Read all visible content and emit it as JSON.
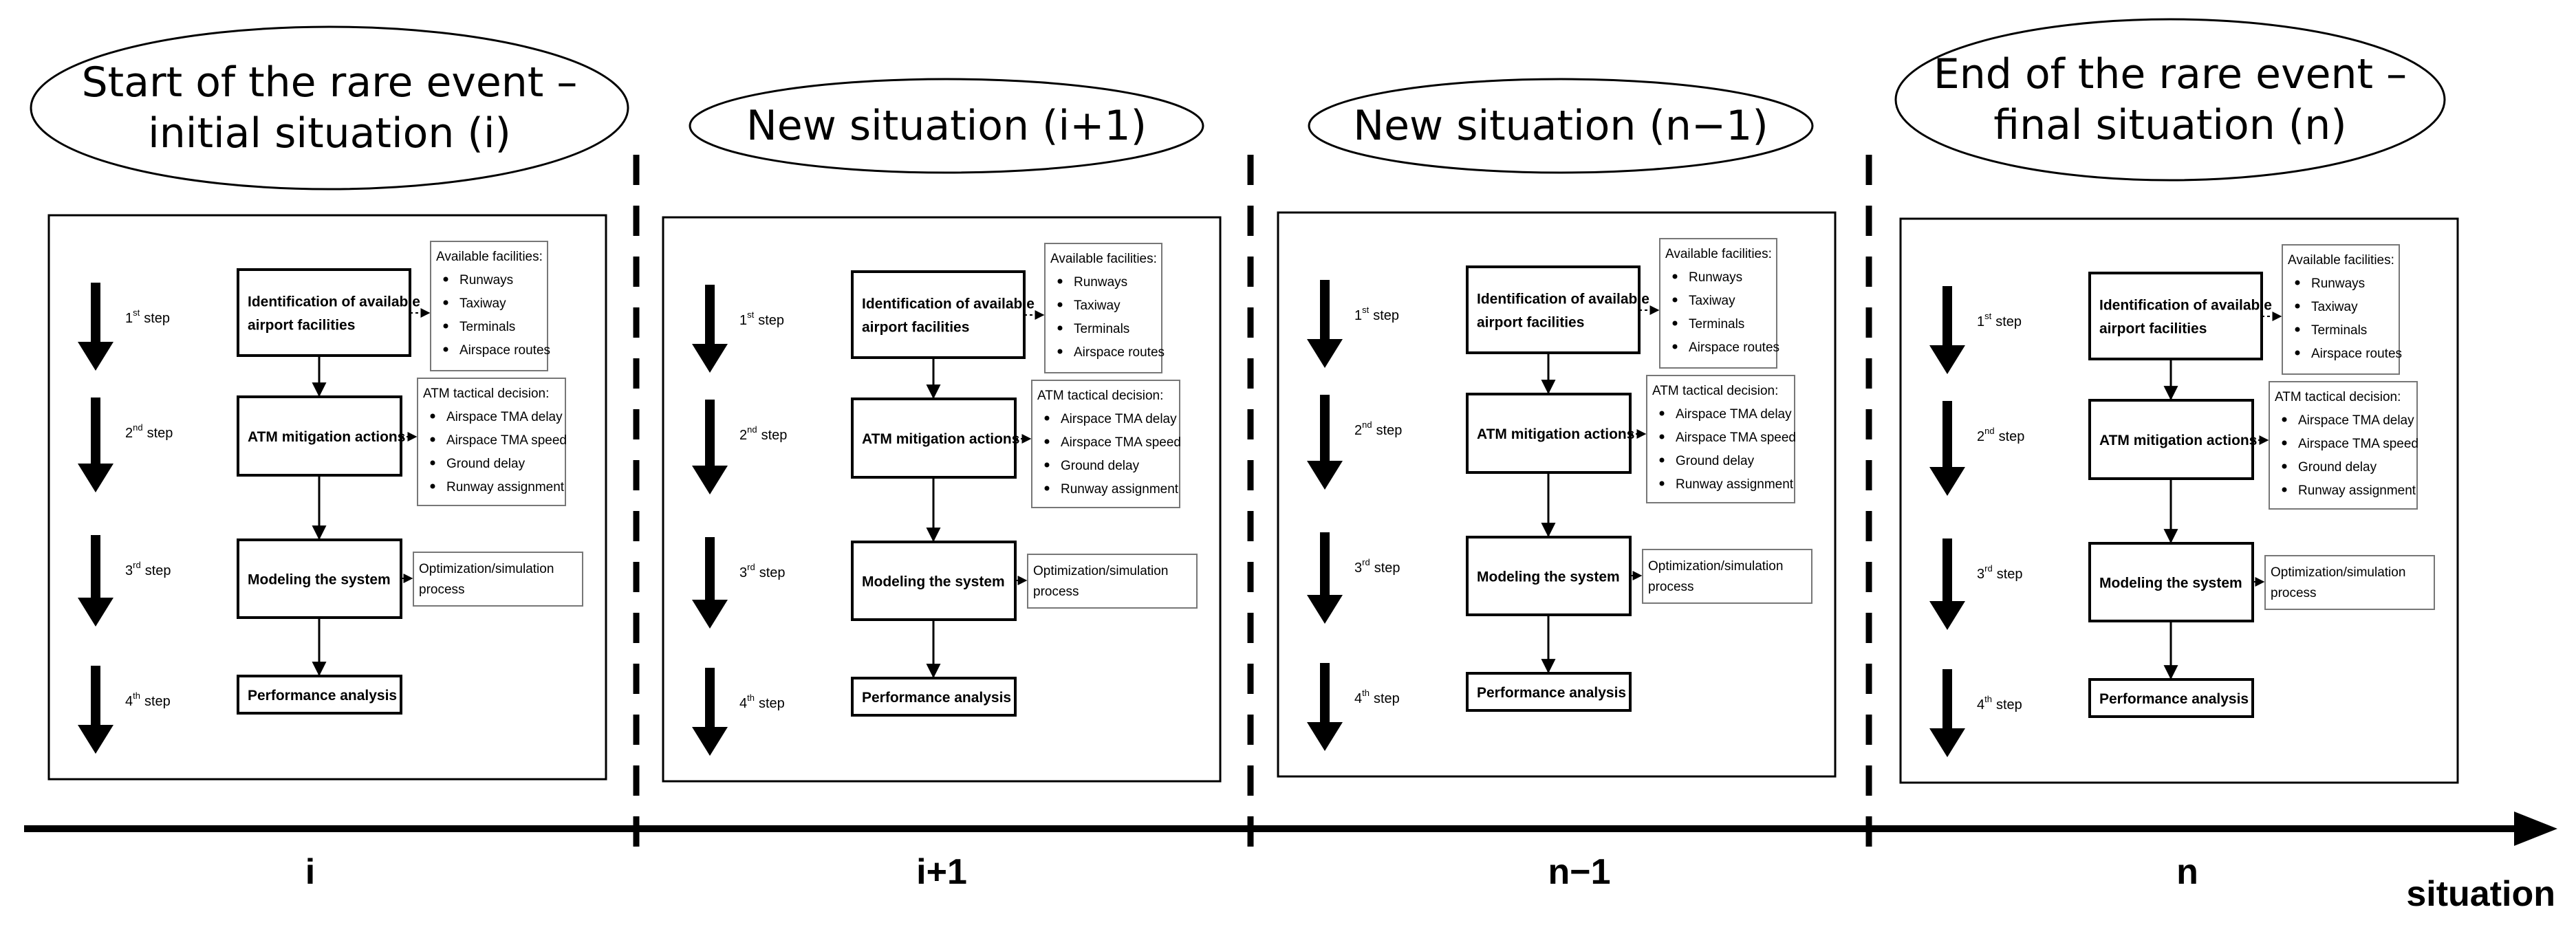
{
  "stages": [
    {
      "title_lines": [
        "Start of the rare event –",
        "initial situation (i)"
      ],
      "axis_label": "i"
    },
    {
      "title_lines": [
        "New situation (i+1)"
      ],
      "axis_label": "i+1"
    },
    {
      "title_lines": [
        "New situation (n−1)"
      ],
      "axis_label": "n−1"
    },
    {
      "title_lines": [
        "End of the rare event –",
        "final situation (n)"
      ],
      "axis_label": "n"
    }
  ],
  "steps": [
    {
      "num": "1",
      "sup": "st",
      "word": "step"
    },
    {
      "num": "2",
      "sup": "nd",
      "word": "step"
    },
    {
      "num": "3",
      "sup": "rd",
      "word": "step"
    },
    {
      "num": "4",
      "sup": "th",
      "word": "step"
    }
  ],
  "process": {
    "identification": [
      "Identification of available",
      "airport facilities"
    ],
    "mitigation": [
      "ATM mitigation actions"
    ],
    "modeling": [
      "Modeling the system"
    ],
    "performance": [
      "Performance analysis"
    ]
  },
  "facilities_note": {
    "heading": "Available facilities:",
    "items": [
      "Runways",
      "Taxiway",
      "Terminals",
      "Airspace routes"
    ]
  },
  "atm_note": {
    "heading": "ATM tactical decision:",
    "items": [
      "Airspace TMA delay",
      "Airspace TMA speed",
      "Ground delay",
      "Runway assignment"
    ]
  },
  "optimization_note": [
    "Optimization/simulation",
    "process"
  ],
  "axis": {
    "name": "situation"
  }
}
